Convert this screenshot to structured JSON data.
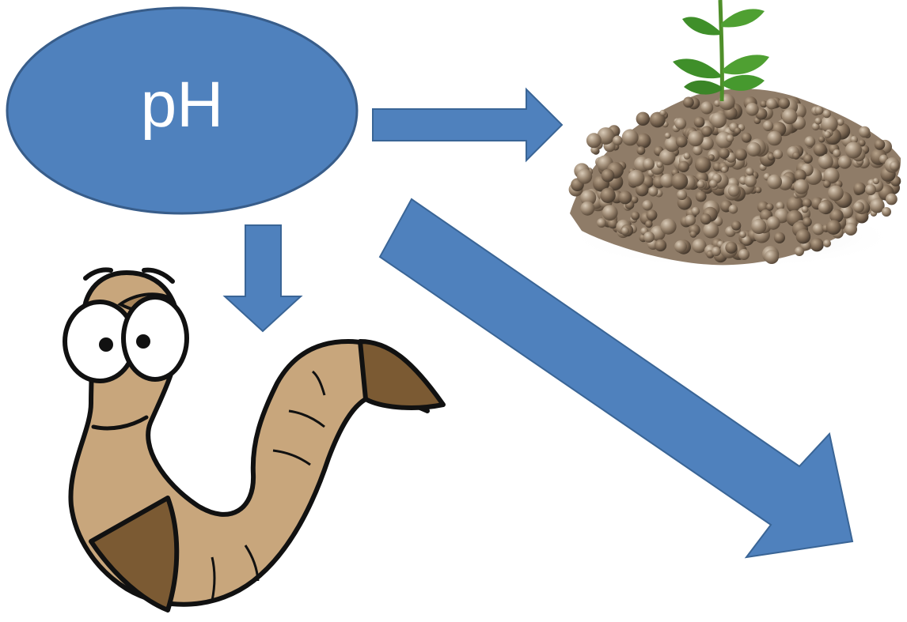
{
  "diagram": {
    "center_node": {
      "label": "pH",
      "fill": "#4f81bd",
      "stroke": "#385d8a"
    },
    "arrows": [
      {
        "name": "arrow-right",
        "target": "fertilizer-with-plant-image"
      },
      {
        "name": "arrow-down",
        "target": "earthworm-illustration"
      },
      {
        "name": "arrow-diagonal",
        "target": "none"
      }
    ],
    "colors": {
      "arrow_fill": "#4f81bd",
      "arrow_stroke": "#3a6596",
      "worm_body": "#c8a67c",
      "worm_band": "#7b5a33",
      "leaf": "#3f8f2a",
      "pellet": "#8c7a66"
    },
    "images": {
      "fertilizer": "fertilizer-pellets-with-seedling",
      "worm": "cartoon-earthworm"
    }
  }
}
